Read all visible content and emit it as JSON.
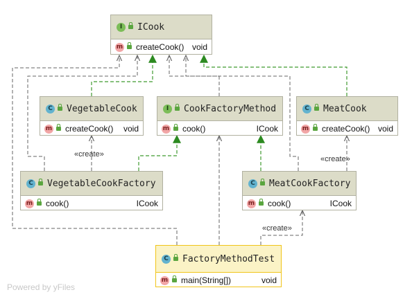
{
  "nodes": {
    "icook": {
      "kind": "I",
      "name": "ICook",
      "members": [
        {
          "sig": "createCook()",
          "ret": "void"
        }
      ]
    },
    "vegetable_cook": {
      "kind": "C",
      "name": "VegetableCook",
      "members": [
        {
          "sig": "createCook()",
          "ret": "void"
        }
      ]
    },
    "cook_factory_method": {
      "kind": "I",
      "name": "CookFactoryMethod",
      "members": [
        {
          "sig": "cook()",
          "ret": "ICook"
        }
      ]
    },
    "meat_cook": {
      "kind": "C",
      "name": "MeatCook",
      "members": [
        {
          "sig": "createCook()",
          "ret": "void"
        }
      ]
    },
    "vegetable_cook_factory": {
      "kind": "C",
      "name": "VegetableCookFactory",
      "members": [
        {
          "sig": "cook()",
          "ret": "ICook"
        }
      ]
    },
    "meat_cook_factory": {
      "kind": "C",
      "name": "MeatCookFactory",
      "members": [
        {
          "sig": "cook()",
          "ret": "ICook"
        }
      ]
    },
    "factory_method_test": {
      "kind": "C",
      "name": "FactoryMethodTest",
      "members": [
        {
          "sig": "main(String[])",
          "ret": "void"
        }
      ]
    }
  },
  "labels": {
    "create_left": "«create»",
    "create_right": "«create»",
    "create_bottom": "«create»"
  },
  "member_badge": "m",
  "watermark": "Powered by yFiles",
  "colors": {
    "realization": "#3f9a2f",
    "dependency": "#666666",
    "header": "#dcdcc8",
    "selected_border": "#f0c419"
  }
}
